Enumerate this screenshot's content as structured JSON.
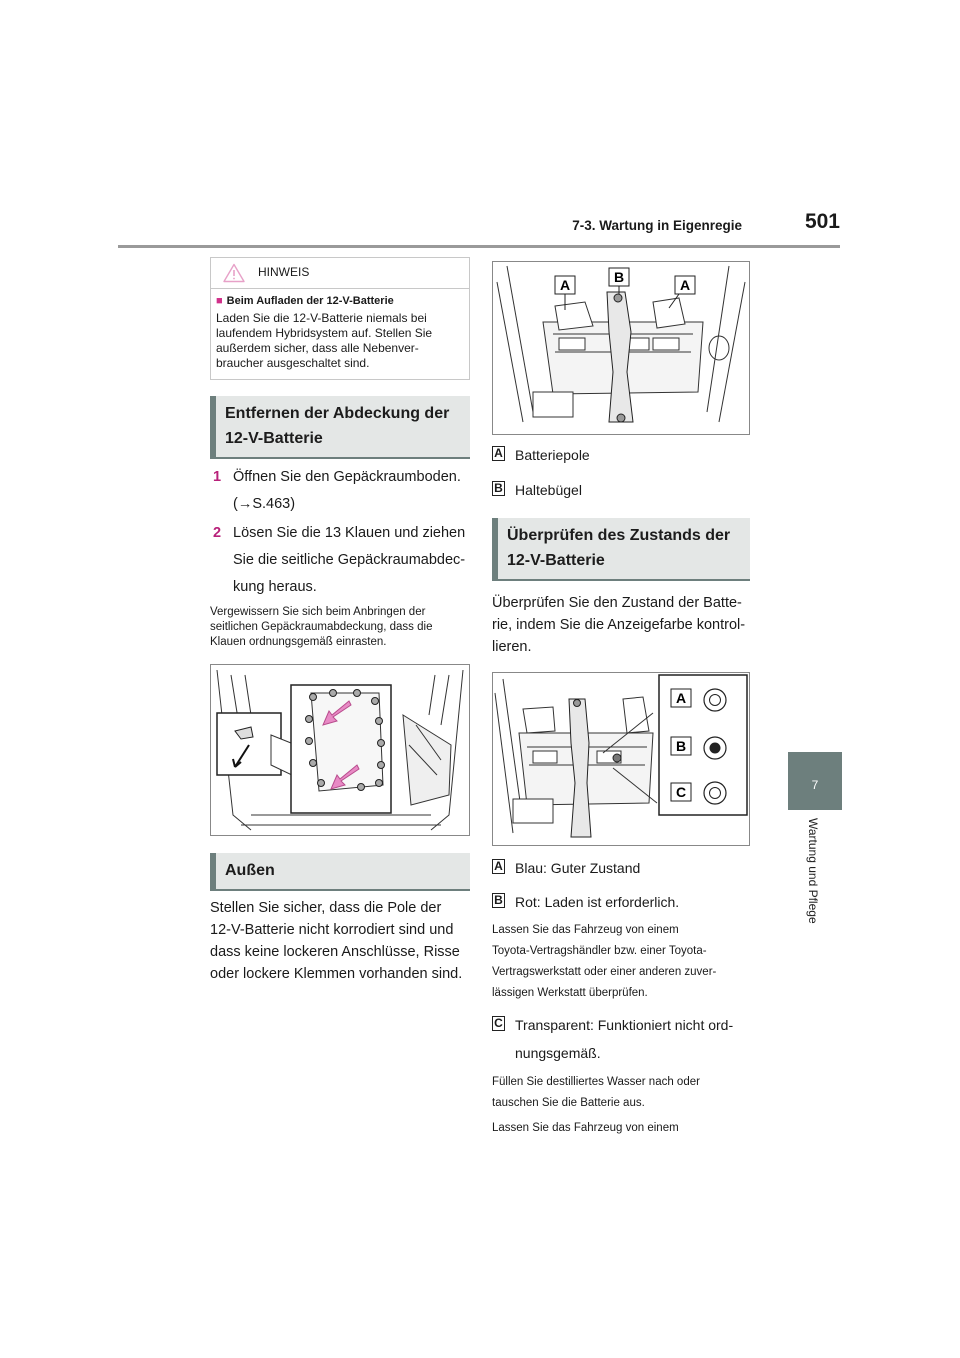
{
  "header": {
    "section_title": "7-3. Wartung in Eigenregie",
    "page_number": "501"
  },
  "side_tab": {
    "chapter_number": "7",
    "chapter_title": "Wartung und Pflege"
  },
  "notice": {
    "title": "HINWEIS",
    "subheading": "Beim Aufladen der 12-V-Batterie",
    "lines": [
      "Laden Sie die 12-V-Batterie niemals bei",
      "laufendem Hybridsystem auf. Stellen Sie",
      "außerdem sicher, dass alle Nebenver-",
      "braucher ausgeschaltet sind."
    ],
    "marker": "■",
    "icon": "warning-triangle-icon"
  },
  "section_remove": {
    "heading_lines": [
      "Entfernen der Abdeckung der",
      "12-V-Batterie"
    ],
    "steps": [
      {
        "num": "1",
        "lines": [
          "Öffnen Sie den Gepäckraumboden.",
          "(→S.463)"
        ]
      },
      {
        "num": "2",
        "lines": [
          "Lösen Sie die 13 Klauen und ziehen",
          "Sie die seitliche Gepäckraumabdec-",
          "kung heraus."
        ]
      }
    ],
    "note_lines": [
      "Vergewissern Sie sich beim Anbringen der",
      "seitlichen Gepäckraumabdeckung, dass die",
      "Klauen ordnungsgemäß einrasten."
    ]
  },
  "section_outside": {
    "heading": "Außen",
    "text_lines": [
      "Stellen Sie sicher, dass die Pole der",
      "12-V-Batterie nicht korrodiert sind und",
      "dass keine lockeren Anschlüsse, Risse",
      "oder lockere Klemmen vorhanden sind."
    ]
  },
  "figure_top": {
    "callouts": [
      "A",
      "B",
      "A"
    ]
  },
  "legend_top": [
    {
      "letter": "A",
      "text": "Batteriepole"
    },
    {
      "letter": "B",
      "text": "Haltebügel"
    }
  ],
  "section_check": {
    "heading_lines": [
      "Überprüfen des Zustands der",
      "12-V-Batterie"
    ],
    "text_lines": [
      "Überprüfen Sie den Zustand der Batte-",
      "rie, indem Sie die Anzeigefarbe kontrol-",
      "lieren."
    ]
  },
  "figure_indicator": {
    "labels": [
      "A",
      "B",
      "C"
    ]
  },
  "legend_check": {
    "a": {
      "letter": "A",
      "text": "Blau: Guter Zustand"
    },
    "b": {
      "letter": "B",
      "text": "Rot: Laden ist erforderlich."
    },
    "b_note": [
      "Lassen Sie das Fahrzeug von einem",
      "Toyota-Vertragshändler bzw. einer Toyota-",
      "Vertragswerkstatt oder einer anderen zuver-",
      "lässigen Werkstatt überprüfen."
    ],
    "c": {
      "letter": "C",
      "lines": [
        "Transparent: Funktioniert nicht ord-",
        "nungsgemäß."
      ]
    },
    "c_note": [
      "Füllen Sie destilliertes Wasser nach oder",
      "tauschen Sie die Batterie aus.",
      "Lassen Sie das Fahrzeug von einem"
    ]
  },
  "colors": {
    "accent_magenta": "#b8217a",
    "heading_bar_bg": "#e4e7e6",
    "tab_gray": "#6d7f7d",
    "figure_arrow_pink": "#e88ac5"
  }
}
